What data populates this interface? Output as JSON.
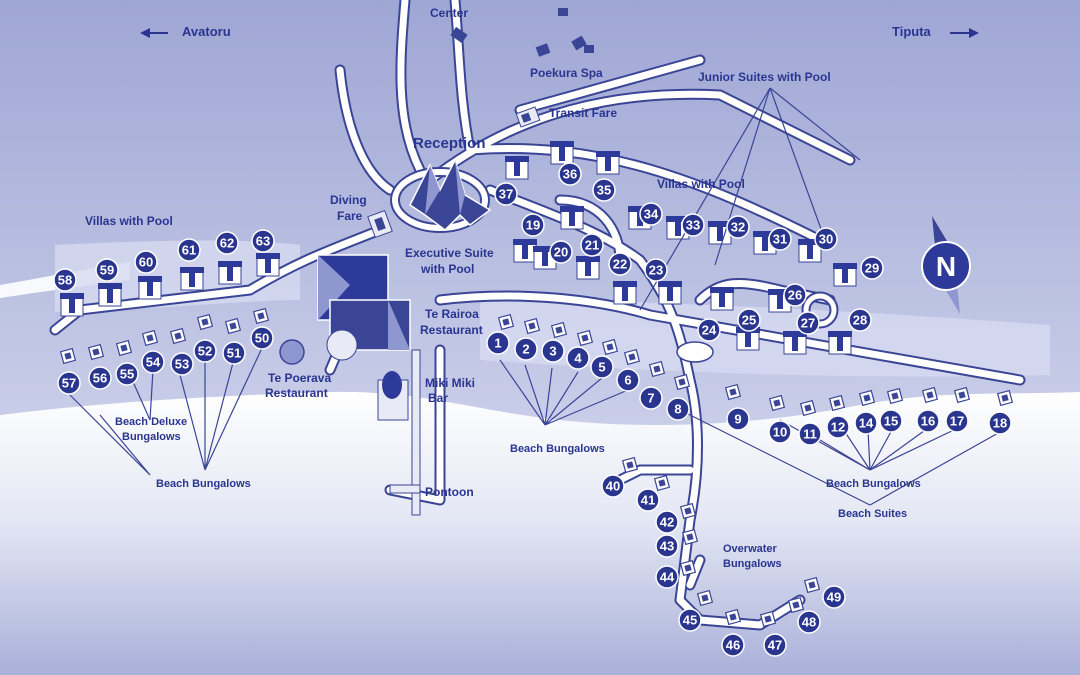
{
  "compass": {
    "letter": "N",
    "icon": "north-compass-icon"
  },
  "directions": [
    {
      "label": "Avatoru",
      "arrow": "arrow-left-icon"
    },
    {
      "label": "Tiputa",
      "arrow": "arrow-right-icon"
    }
  ],
  "labels": {
    "fitness_center": "Center",
    "poekura_spa": "Poekura Spa",
    "junior_suites": "Junior Suites with Pool",
    "transit_fare": "Transit Fare",
    "reception": "Reception",
    "villas_pool_center": "Villas with Pool",
    "diving_fare_1": "Diving",
    "diving_fare_2": "Fare",
    "villas_pool_west": "Villas with Pool",
    "executive_suite_1": "Executive Suite",
    "executive_suite_2": "with Pool",
    "te_rairoa_1": "Te Rairoa",
    "te_rairoa_2": "Restaurant",
    "te_poerava_1": "Te Poerava",
    "te_poerava_2": "Restaurant",
    "miki_miki_1": "Miki Miki",
    "miki_miki_2": "Bar",
    "beach_deluxe_1": "Beach Deluxe",
    "beach_deluxe_2": "Bungalows",
    "beach_bungalows_west": "Beach Bungalows",
    "beach_bungalows_center": "Beach Bungalows",
    "pontoon": "Pontoon",
    "beach_bungalows_east": "Beach Bungalows",
    "beach_suites": "Beach Suites",
    "overwater_1": "Overwater",
    "overwater_2": "Bungalows"
  },
  "units": [
    "1",
    "2",
    "3",
    "4",
    "5",
    "6",
    "7",
    "8",
    "9",
    "10",
    "11",
    "12",
    "14",
    "15",
    "16",
    "17",
    "18",
    "19",
    "20",
    "21",
    "22",
    "23",
    "24",
    "25",
    "26",
    "27",
    "28",
    "29",
    "30",
    "31",
    "32",
    "33",
    "34",
    "35",
    "36",
    "37",
    "40",
    "41",
    "42",
    "43",
    "44",
    "45",
    "46",
    "47",
    "48",
    "49",
    "50",
    "51",
    "52",
    "53",
    "54",
    "55",
    "56",
    "57",
    "58",
    "59",
    "60",
    "61",
    "62",
    "63"
  ]
}
